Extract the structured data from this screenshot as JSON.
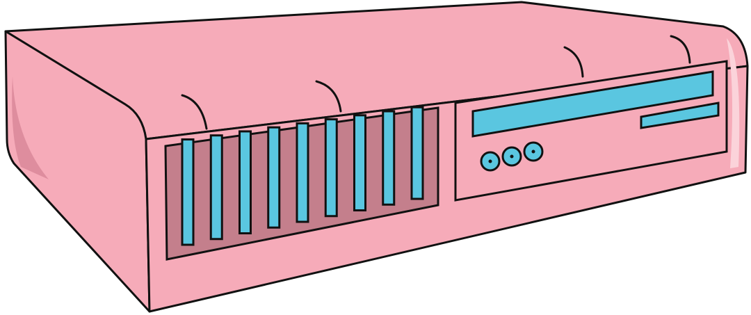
{
  "illustration": {
    "subject": "server-box",
    "colors": {
      "body": "#f6abb9",
      "body_shade": "#de8d9e",
      "vent_fill": "#c47f8c",
      "accent_blue": "#5ac6e0",
      "outline": "#111111"
    },
    "vent_slat_count": 9,
    "panel_button_count": 3
  }
}
